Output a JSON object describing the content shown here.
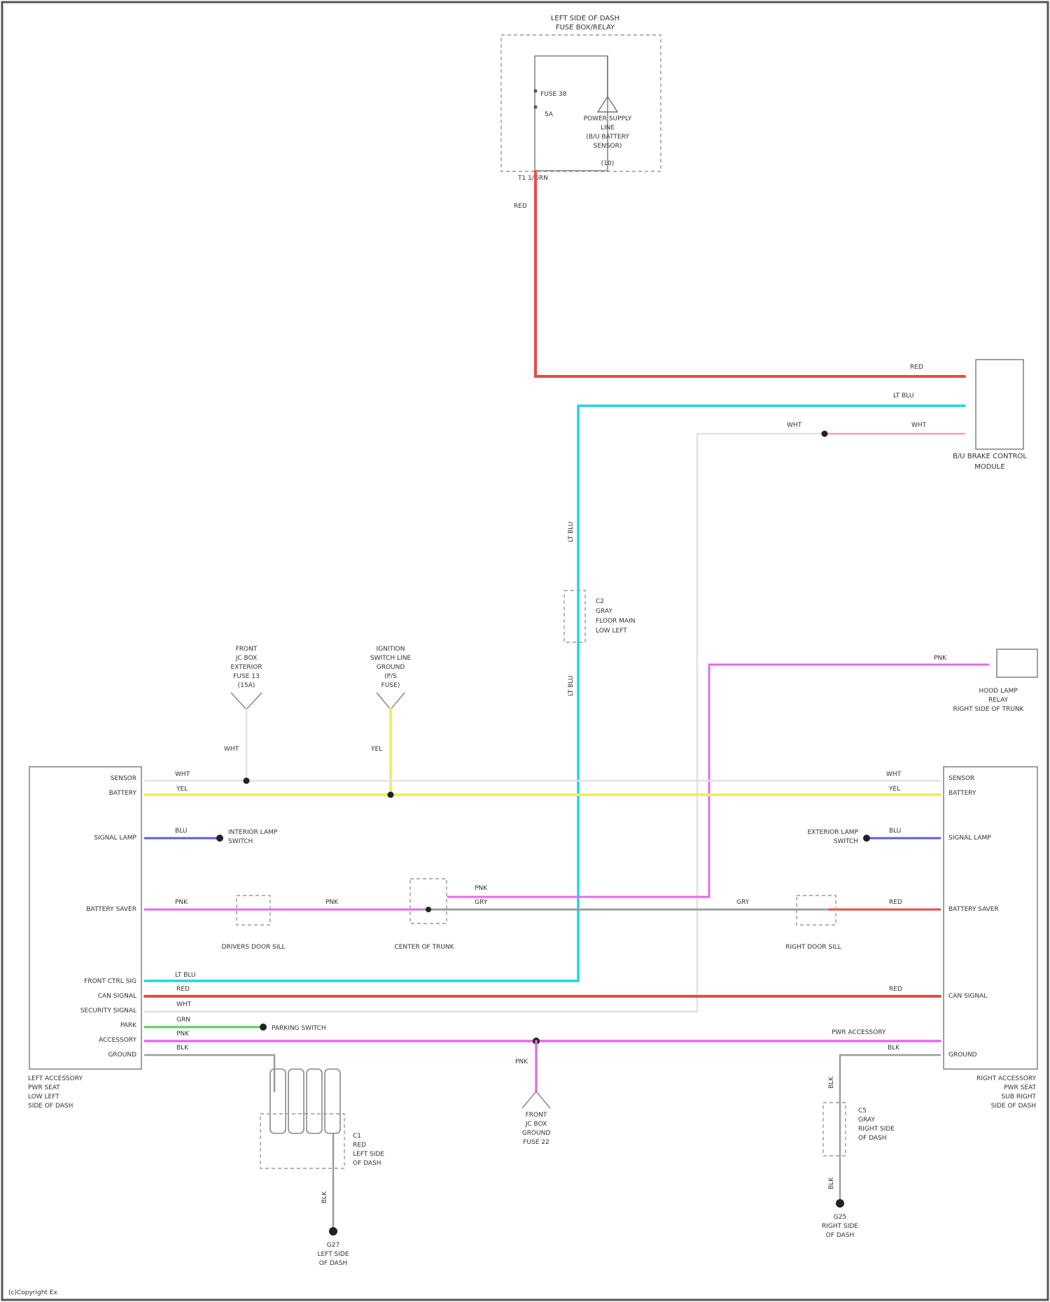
{
  "colors": {
    "red": "#e84a4a",
    "light_blue": "#22d4dc",
    "yellow": "#eef05a",
    "blue": "#5a5af0",
    "pink": "#e06ee6",
    "gray": "#9c9c9c",
    "white": "#e2e2e2",
    "green": "#56cf56",
    "light_pink": "#f2a0c0"
  },
  "fuse_box": {
    "title": [
      "LEFT SIDE OF DASH",
      "FUSE BOX/RELAY"
    ],
    "fuse": "FUSE 38",
    "amp": "5A",
    "note": [
      "POWER SUPPLY",
      "LINE",
      "(B/U BATTERY",
      "SENSOR)",
      "(10)"
    ],
    "terminal": "T1  1/GRN"
  },
  "control_module": {
    "name": [
      "B/U BRAKE CONTROL",
      "MODULE"
    ],
    "wires": [
      "RED",
      "LT BLU",
      "WHT",
      "WHT"
    ]
  },
  "left_module": {
    "name": [
      "LEFT ACCESSORY",
      "PWR SEAT",
      "LOW LEFT",
      "SIDE OF DASH"
    ],
    "pins": [
      "SENSOR",
      "BATTERY",
      "SIGNAL LAMP",
      "BATTERY SAVER",
      "FRONT CTRL SIG",
      "CAN SIGNAL",
      "SECURITY SIGNAL",
      "PARK",
      "ACCESSORY",
      "GROUND"
    ]
  },
  "right_module": {
    "name": [
      "RIGHT ACCESSORY",
      "PWR SEAT",
      "SUB RIGHT",
      "SIDE OF DASH"
    ],
    "pins": [
      "SENSOR",
      "BATTERY",
      "SIGNAL LAMP",
      "BATTERY SAVER",
      "CAN SIGNAL",
      "GROUND"
    ]
  },
  "connectors": {
    "fuse_left": [
      "FRONT",
      "JC BOX",
      "EXTERIOR",
      "FUSE 13",
      "(15A)"
    ],
    "fuse_center": [
      "IGNITION",
      "SWITCH LINE",
      "GROUND",
      "(P/S",
      "FUSE)"
    ],
    "c2": [
      "C2",
      "GRAY",
      "FLOOR MAIN",
      "LOW LEFT"
    ],
    "hood_lamp": [
      "HOOD LAMP",
      "RELAY",
      "RIGHT SIDE OF TRUNK"
    ],
    "door_left": "DRIVERS DOOR SILL",
    "center_c": "CENTER OF TRUNK",
    "door_right": "RIGHT DOOR SILL",
    "lamp_left": [
      "INTERIOR LAMP",
      "SWITCH"
    ],
    "lamp_right": [
      "EXTERIOR LAMP",
      "SWITCH"
    ],
    "park_switch": "PARKING SWITCH",
    "c3_left": [
      "C1",
      "RED",
      "LEFT SIDE",
      "OF DASH"
    ],
    "c3_right": [
      "C5",
      "GRAY",
      "RIGHT SIDE",
      "OF DASH"
    ],
    "center_fuse": [
      "FRONT",
      "JC BOX",
      "GROUND",
      "FUSE 22"
    ],
    "ground_left": [
      "G27",
      "LEFT SIDE",
      "OF DASH"
    ],
    "ground_right": [
      "G25",
      "RIGHT SIDE",
      "OF DASH"
    ]
  },
  "wire_labels": {
    "red": "RED",
    "lt_blu": "LT BLU",
    "wht": "WHT",
    "yel": "YEL",
    "blu": "BLU",
    "pnk": "PNK",
    "gry": "GRY",
    "grn": "GRN",
    "blk": "BLK",
    "pwr_acc": "PWR ACCESSORY"
  },
  "footer": "(c)Copyright Ex"
}
